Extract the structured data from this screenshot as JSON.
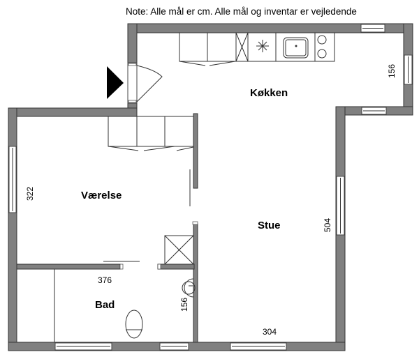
{
  "note": "Note: Alle mål er cm. Alle mål og inventar er vejledende",
  "rooms": {
    "kitchen": "Køkken",
    "bedroom": "Værelse",
    "living": "Stue",
    "bath": "Bad"
  },
  "dimensions": {
    "kitchen_width": "156",
    "bedroom_height": "322",
    "living_height": "504",
    "bath_width": "376",
    "bath_height": "156",
    "living_width": "304"
  },
  "colors": {
    "wall": "#808080"
  }
}
